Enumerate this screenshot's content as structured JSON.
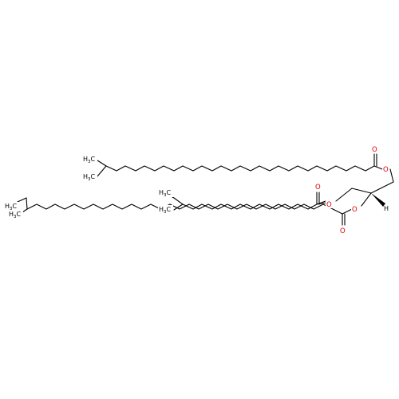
{
  "labels": {
    "oxygen": "O",
    "hydrogen": "H",
    "methyl": "H",
    "methyl_sub": "3",
    "methyl_c": "C"
  },
  "colors": {
    "bond": "#000000",
    "oxygen": "#e00000",
    "background": "#ffffff"
  }
}
